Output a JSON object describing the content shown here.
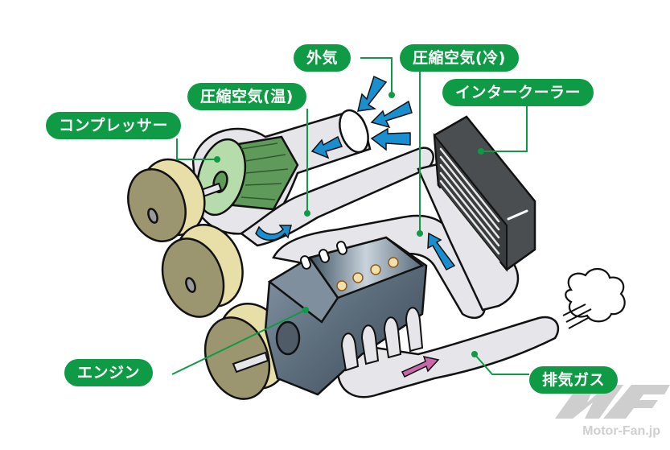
{
  "title": "スーパーチャージャー構造図",
  "labels": {
    "outside_air": "外気",
    "compressed_air_cool": "圧縮空気(冷)",
    "compressed_air_warm": "圧縮空気(温)",
    "intercooler": "インタークーラー",
    "compressor": "コンプレッサー",
    "engine": "エンジン",
    "exhaust_gas": "排気ガス"
  },
  "watermark": {
    "logo": "MF",
    "text": "Motor-Fan.jp"
  },
  "colors": {
    "label_green": "#0f9a45",
    "leader_line": "#0f9a45",
    "intake_arrow": "#1a8fd0",
    "exhaust_arrow": "#c868a8",
    "pipe": "#e6e6ea",
    "compressor_green": "#8ec98a",
    "gear_face": "#9c9670",
    "gear_teeth": "#e8dfa8",
    "intercooler": "#505456",
    "engine": "#5f6f7e"
  }
}
